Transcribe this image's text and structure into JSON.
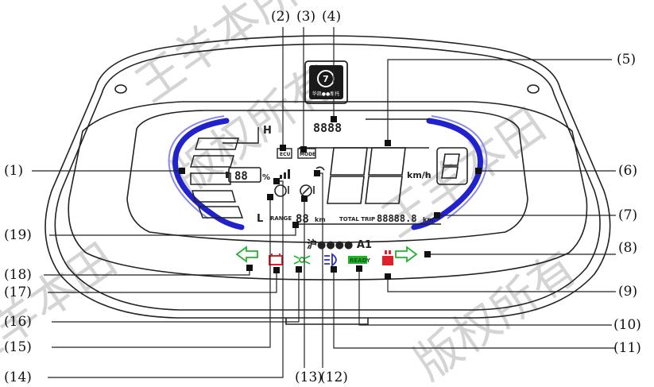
{
  "callouts": [
    "(1)",
    "(2)",
    "(3)",
    "(4)",
    "(5)",
    "(6)",
    "(7)",
    "(8)",
    "(9)",
    "(10)",
    "(11)",
    "(12)",
    "(13)",
    "(14)",
    "(15)",
    "(16)",
    "(17)",
    "(18)",
    "(19)"
  ],
  "display": {
    "odometer_small": "8888",
    "speed_digits": "88",
    "gear_digit": "8",
    "speed_unit": "km/h",
    "battery_percent": "88",
    "percent_sign": "%",
    "range_label": "RANGE",
    "range_value": "88",
    "range_unit": "km",
    "total_trip_label": "TOTAL TRIP",
    "total_trip_value": "88888.8",
    "total_trip_unit": "km",
    "plate": "沪●●●● A1",
    "high_mark": "H",
    "low_mark": "L",
    "ready_label": "READY",
    "ecu_label": "ECU",
    "mode_label": "MODE",
    "logo_text": "华凯●●摩托"
  },
  "watermark": [
    "王羊本所有",
    "王羊本所有",
    "版权所有",
    "王羊本田",
    "版权所有",
    "王羊本田",
    "版权所有",
    "版权所有"
  ],
  "colors": {
    "indicator_green": "#22b22e",
    "indicator_red": "#e0202a",
    "indicator_blue": "#2a2ad0",
    "arc_blue": "#2222cc",
    "outline": "#222222"
  }
}
